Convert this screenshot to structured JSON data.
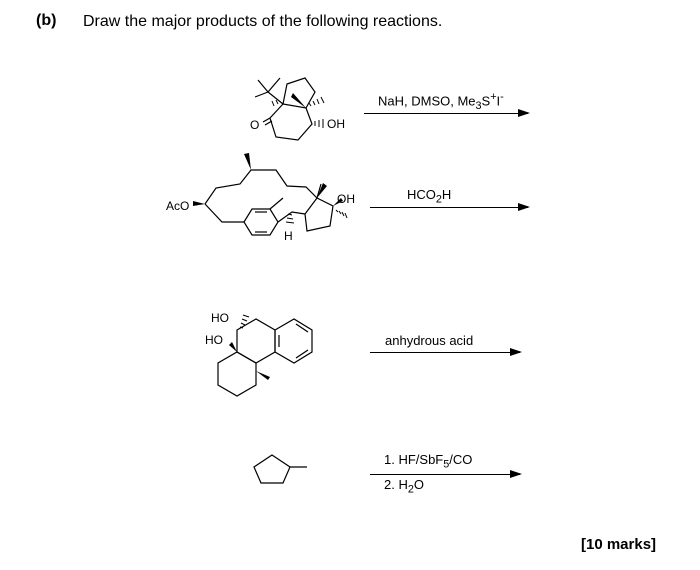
{
  "part_label": "(b)",
  "question": "Draw the major products of the following reactions.",
  "marks": "[10 marks]",
  "reactions": [
    {
      "substituent_labels": [
        "O",
        "OH"
      ],
      "reagent_line1": "NaH, DMSO, Me",
      "reagent_line1_sub": "3",
      "reagent_line1_after": "S",
      "reagent_line1_sup": "+",
      "reagent_line1_tail": "I",
      "reagent_line1_sup2": "-"
    },
    {
      "substituent_labels": [
        "AcO",
        "OH",
        "H"
      ],
      "reagent_pre": "HCO",
      "reagent_sub": "2",
      "reagent_post": "H"
    },
    {
      "substituent_labels": [
        "HO",
        "HO"
      ],
      "reagent": "anhydrous acid"
    },
    {
      "substituent_labels": [],
      "reagent_line1_pre": "1. HF/SbF",
      "reagent_line1_sub": "5",
      "reagent_line1_post": "/CO",
      "reagent_line2_pre": "2. H",
      "reagent_line2_sub": "2",
      "reagent_line2_post": "O"
    }
  ]
}
